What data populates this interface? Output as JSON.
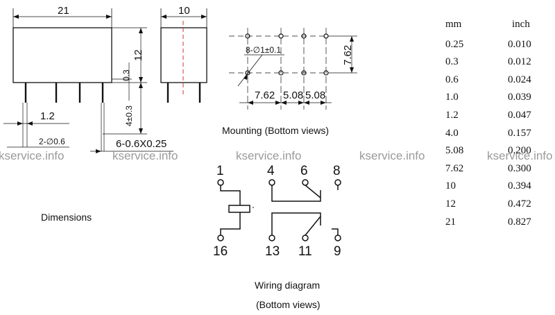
{
  "labels": {
    "dimensions": "Dimensions",
    "mounting": "Mounting (Bottom views)",
    "wiring_line1": "Wiring diagram",
    "wiring_line2": "(Bottom views)"
  },
  "dims": {
    "length": "21",
    "width": "10",
    "height": "12",
    "gap": "0.3",
    "pin_len": "4±0.3",
    "pin_pitch": "1.2",
    "pin_dia": "2-∅0.6",
    "pin_size": "6-0.6X0.25",
    "hole": "8-∅1±0.1",
    "row_pitch": "7.62",
    "pitch_a": "7.62",
    "pitch_b": "5.08",
    "pitch_c": "5.08"
  },
  "pins": [
    "1",
    "4",
    "6",
    "8",
    "16",
    "13",
    "11",
    "9"
  ],
  "watermark": "kservice.info",
  "table": {
    "headers": [
      "mm",
      "inch"
    ],
    "rows": [
      [
        "0.25",
        "0.010"
      ],
      [
        "0.3",
        "0.012"
      ],
      [
        "0.6",
        "0.024"
      ],
      [
        "1.0",
        "0.039"
      ],
      [
        "1.2",
        "0.047"
      ],
      [
        "4.0",
        "0.157"
      ],
      [
        "5.08",
        "0.200"
      ],
      [
        "7.62",
        "0.300"
      ],
      [
        "10",
        "0.394"
      ],
      [
        "12",
        "0.472"
      ],
      [
        "21",
        "0.827"
      ]
    ]
  }
}
